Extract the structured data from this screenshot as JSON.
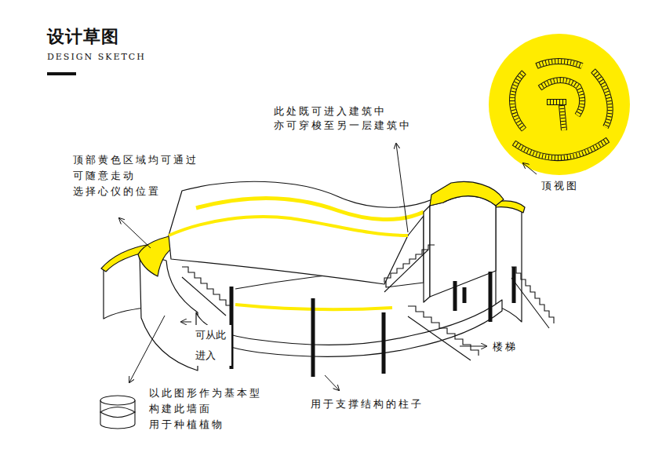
{
  "diagram": {
    "title": "设计草图",
    "labels": [
      "DESIGN SKETCH",
      "此处既可进入建筑中 亦可穿梭至另一层建筑中",
      "顶部黄色区域均可通过 可随意走动 选择心仪的位置",
      "顶视图",
      "可从此 进入",
      "楼梯",
      "以此图形作为基本型 构建此墙面 用于种植植物",
      "用于支撑结构的柱子"
    ]
  }
}
